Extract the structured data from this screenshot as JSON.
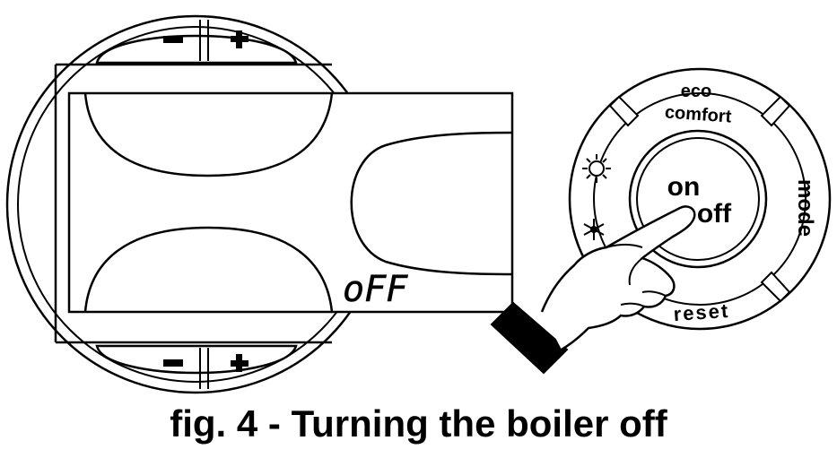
{
  "left_panel": {
    "top_buttons": {
      "minus": "−",
      "plus": "+"
    },
    "bottom_buttons": {
      "minus": "−",
      "plus": "+"
    },
    "display": {
      "status_text": "oFF"
    }
  },
  "control_knob": {
    "top_label_1": "eco",
    "top_label_2": "comfort",
    "right_label": "mode",
    "bottom_label": "reset",
    "center_label_1": "on",
    "center_label_2": "off",
    "left_icons": [
      "sun-icon",
      "snowflake-icon"
    ]
  },
  "caption": "fig. 4 - Turning the boiler off"
}
